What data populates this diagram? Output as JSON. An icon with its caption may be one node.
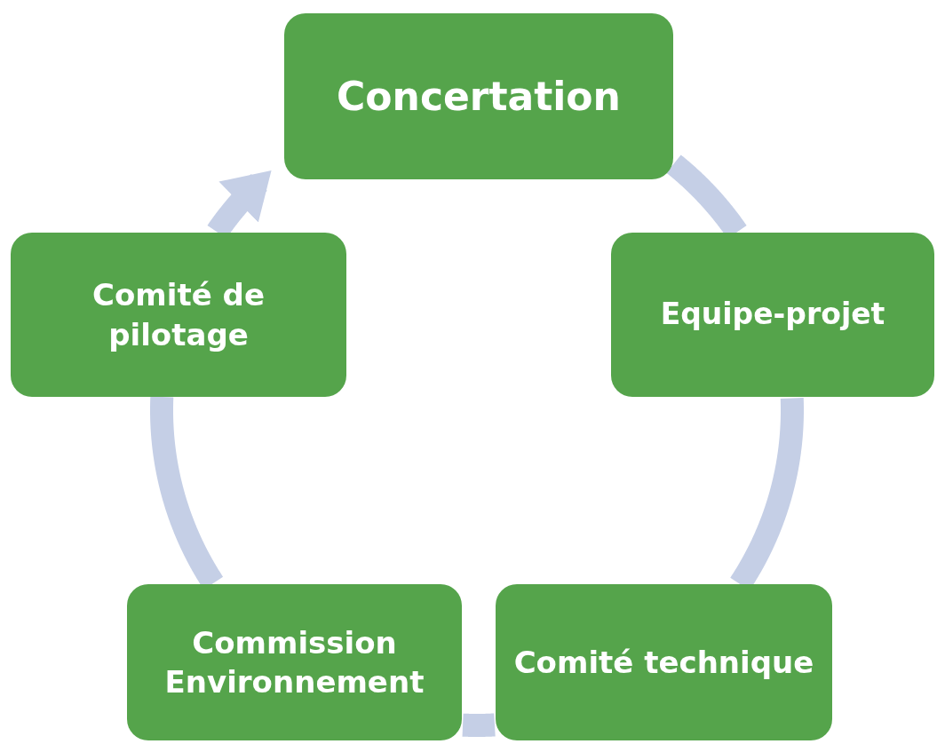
{
  "diagram": {
    "nodes": [
      {
        "text": [
          "Concertation"
        ]
      },
      {
        "text": [
          "Equipe-projet"
        ]
      },
      {
        "text": [
          "Comité technique"
        ]
      },
      {
        "text": [
          "Commission Environnement"
        ]
      },
      {
        "text": [
          "Comité de pilotage"
        ]
      }
    ],
    "edges": [
      {
        "from": 0,
        "to": 1,
        "arrow": "none"
      },
      {
        "from": 1,
        "to": 2,
        "arrow": "none"
      },
      {
        "from": 2,
        "to": 3,
        "arrow": "none"
      },
      {
        "from": 3,
        "to": 4,
        "arrow": "none"
      },
      {
        "from": 4,
        "to": 0,
        "arrow": "to"
      }
    ]
  }
}
